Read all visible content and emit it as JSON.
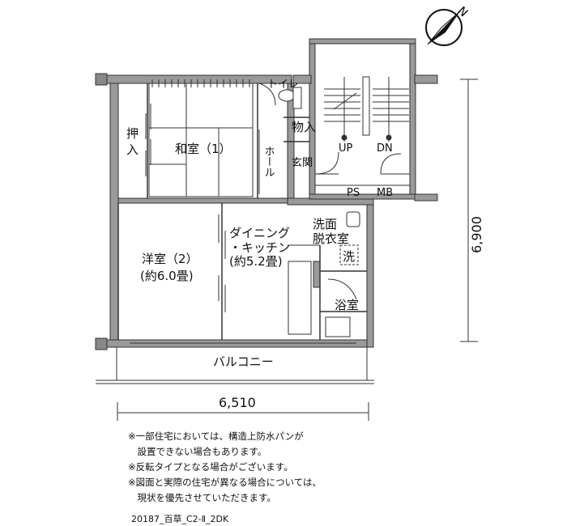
{
  "rooms": {
    "oshiire": "押入",
    "washitsu": "和室（1）",
    "toilet": "トイレ",
    "hall": "ホール",
    "monoire": "物入",
    "genkan": "玄関",
    "yoshitsu": "洋室（2）",
    "yoshitsu_area": "(約6.0畳)",
    "dk_line1": "ダイニング",
    "dk_line2": "・キッチン",
    "dk_area": "(約5.2畳)",
    "senmen": "洗面",
    "datsuishitsu": "脱衣室",
    "sen": "洗",
    "yokushitsu": "浴室",
    "balcony": "バルコニー",
    "up": "UP",
    "dn": "DN",
    "ps": "PS",
    "mb": "MB"
  },
  "compass": {
    "north": "N"
  },
  "dimensions": {
    "width": "6,510",
    "depth": "6,900"
  },
  "notes": [
    "※一部住宅においては、構造上防水パンが",
    "　設置できない場合もあります。",
    "※反転タイプとなる場合がございます。",
    "※図面と実際の住宅が異なる場合については、",
    "　現状を優先させていただきます。"
  ],
  "plan_code": "20187_百草_C2-Ⅱ_2DK"
}
